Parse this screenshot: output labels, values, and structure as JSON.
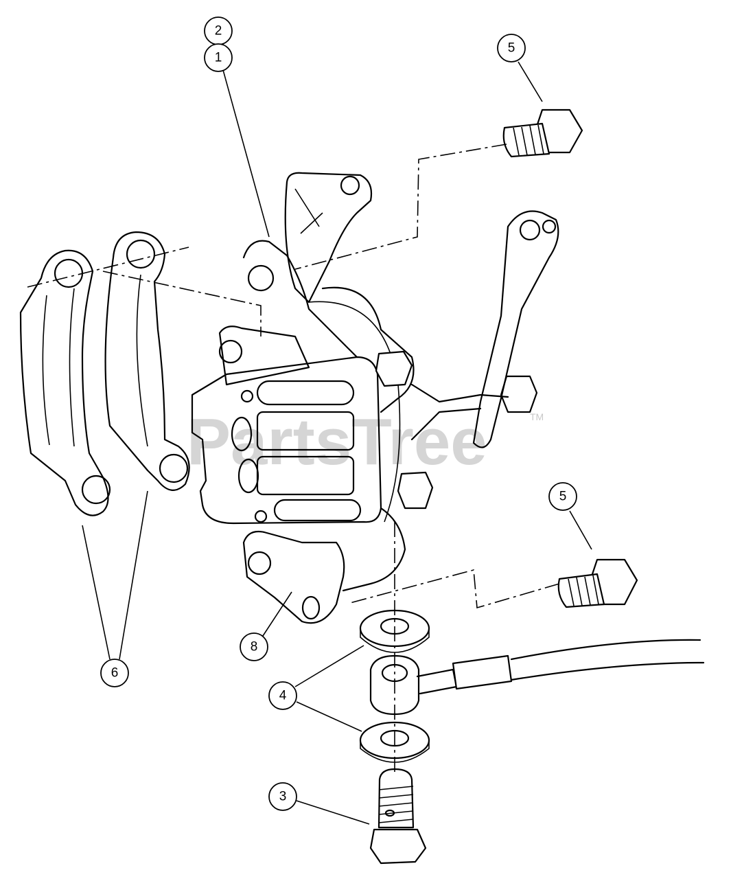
{
  "watermark": {
    "text": "PartsTree",
    "trademark": "TM"
  },
  "callouts": [
    {
      "id": "callout-2",
      "label": "2"
    },
    {
      "id": "callout-1",
      "label": "1"
    },
    {
      "id": "callout-5-top",
      "label": "5"
    },
    {
      "id": "callout-5-right",
      "label": "5"
    },
    {
      "id": "callout-6",
      "label": "6"
    },
    {
      "id": "callout-8",
      "label": "8"
    },
    {
      "id": "callout-4",
      "label": "4"
    },
    {
      "id": "callout-3",
      "label": "3"
    }
  ]
}
